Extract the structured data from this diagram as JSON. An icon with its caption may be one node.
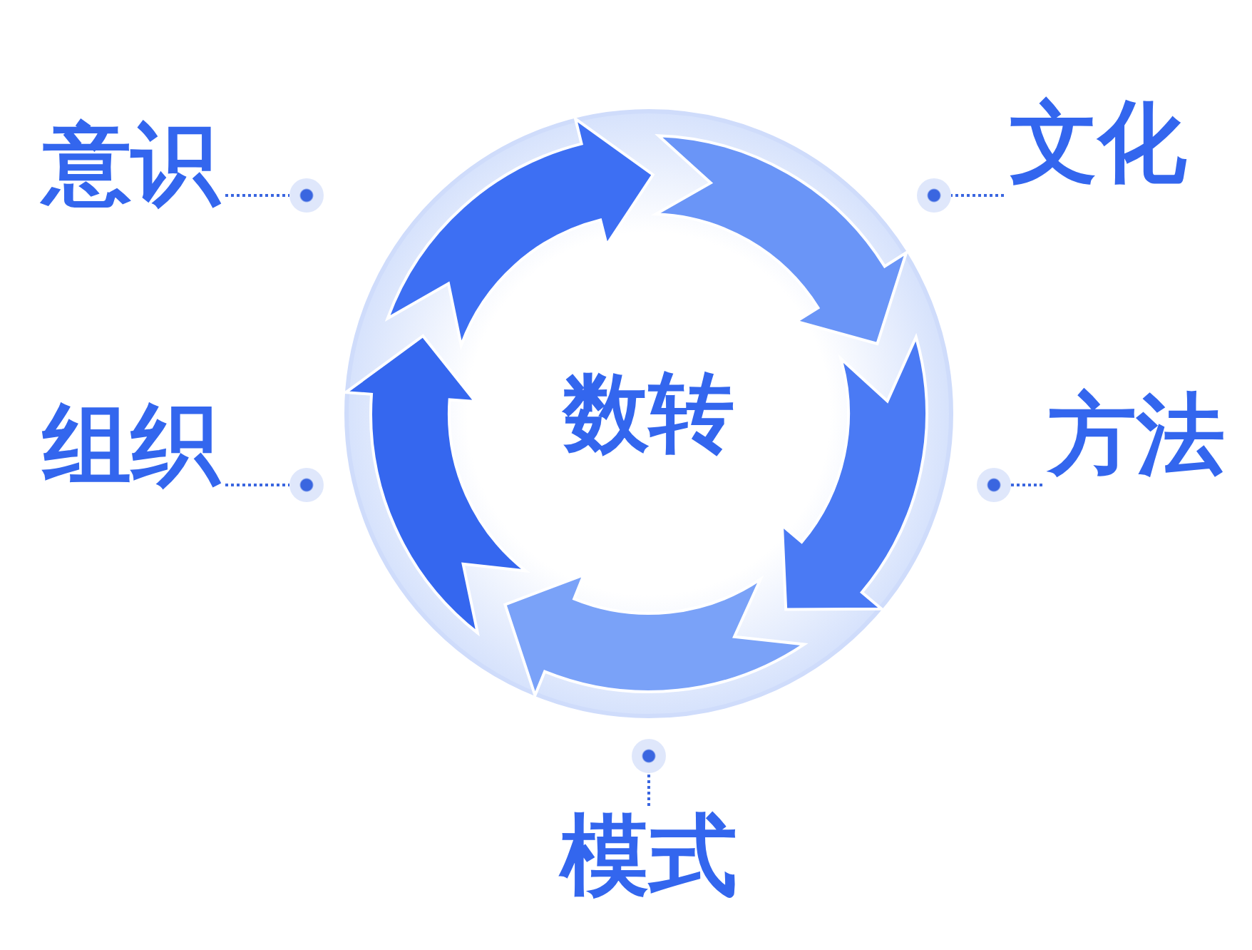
{
  "diagram": {
    "nodes": [
      {
        "text": [
          "数转"
        ]
      },
      {
        "text": [
          "意识"
        ]
      },
      {
        "text": [],
        "shape": "circle"
      },
      {
        "text": [
          "文化"
        ]
      },
      {
        "text": [],
        "shape": "circle"
      },
      {
        "text": [
          "组织"
        ]
      },
      {
        "text": [],
        "shape": "circle"
      },
      {
        "text": [
          "方法"
        ]
      },
      {
        "text": [],
        "shape": "circle"
      },
      {
        "text": [
          "模式"
        ]
      },
      {
        "text": [],
        "shape": "circle"
      }
    ],
    "edges": [
      {
        "from": 1,
        "to": 2,
        "arrow": "none",
        "style": "dashed"
      },
      {
        "from": 3,
        "to": 4,
        "arrow": "none",
        "style": "dashed"
      },
      {
        "from": 5,
        "to": 6,
        "arrow": "none",
        "style": "dashed"
      },
      {
        "from": 7,
        "to": 8,
        "arrow": "none",
        "style": "dashed"
      },
      {
        "from": 9,
        "to": 10,
        "arrow": "none",
        "style": "dashed"
      }
    ]
  }
}
